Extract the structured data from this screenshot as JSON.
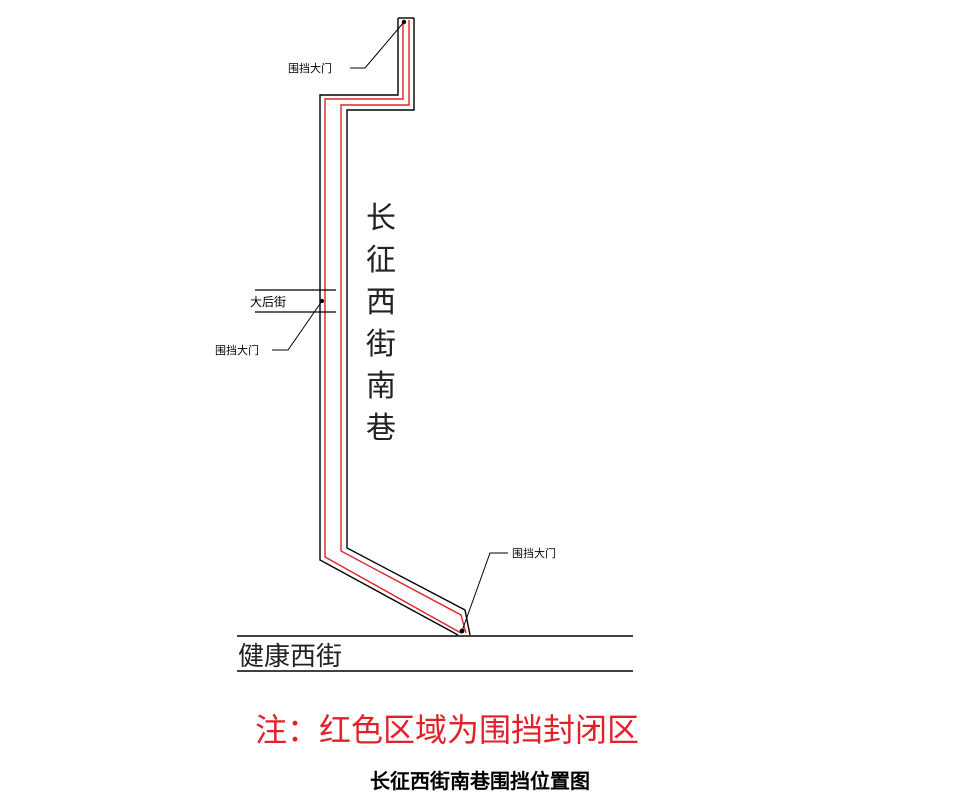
{
  "labels": {
    "gate_top": "围挡大门",
    "gate_mid": "围挡大门",
    "gate_bottom": "围挡大门",
    "side_street": "大后街",
    "lane_chars": [
      "长",
      "征",
      "西",
      "街",
      "南",
      "巷"
    ],
    "main_road": "健康西街"
  },
  "note": "注：红色区域为围挡封闭区",
  "caption": "长征西街南巷围挡位置图",
  "colors": {
    "enclosure": "#e0212a",
    "lines": "#000000",
    "note": "#e0212a"
  }
}
